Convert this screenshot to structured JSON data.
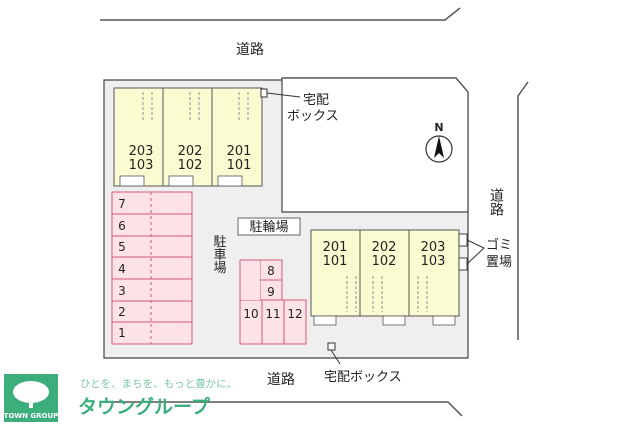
{
  "roads": {
    "top": "道路",
    "right": "道路",
    "bottom": "道路"
  },
  "building_west": {
    "units": [
      {
        "upper": "203",
        "lower": "103"
      },
      {
        "upper": "202",
        "lower": "102"
      },
      {
        "upper": "201",
        "lower": "101"
      }
    ]
  },
  "building_east": {
    "units": [
      {
        "upper": "201",
        "lower": "101"
      },
      {
        "upper": "202",
        "lower": "102"
      },
      {
        "upper": "203",
        "lower": "103"
      }
    ]
  },
  "parking": {
    "label": "駐車場",
    "left_column": [
      "7",
      "6",
      "5",
      "4",
      "3",
      "2",
      "1"
    ],
    "center_column": [
      "8",
      "9"
    ],
    "center_row": [
      "10",
      "11",
      "12"
    ]
  },
  "bicycle_parking": "駐輪場",
  "delivery_box_top": {
    "line1": "宅配",
    "line2": "ボックス"
  },
  "delivery_box_bottom": "宅配ボックス",
  "garbage": {
    "line1": "ゴミ",
    "line2": "置場"
  },
  "compass": "N",
  "brand": {
    "tagline": "ひとを、まちを、もっと豊かに。",
    "name": "タウングループ",
    "english": "TOWN GROUP"
  },
  "colors": {
    "lot": "#efefef",
    "building": "#fbfbd2",
    "parking_fill": "#fde2e8",
    "parking_stroke": "#d2587a",
    "brand": "#3cae7c"
  }
}
